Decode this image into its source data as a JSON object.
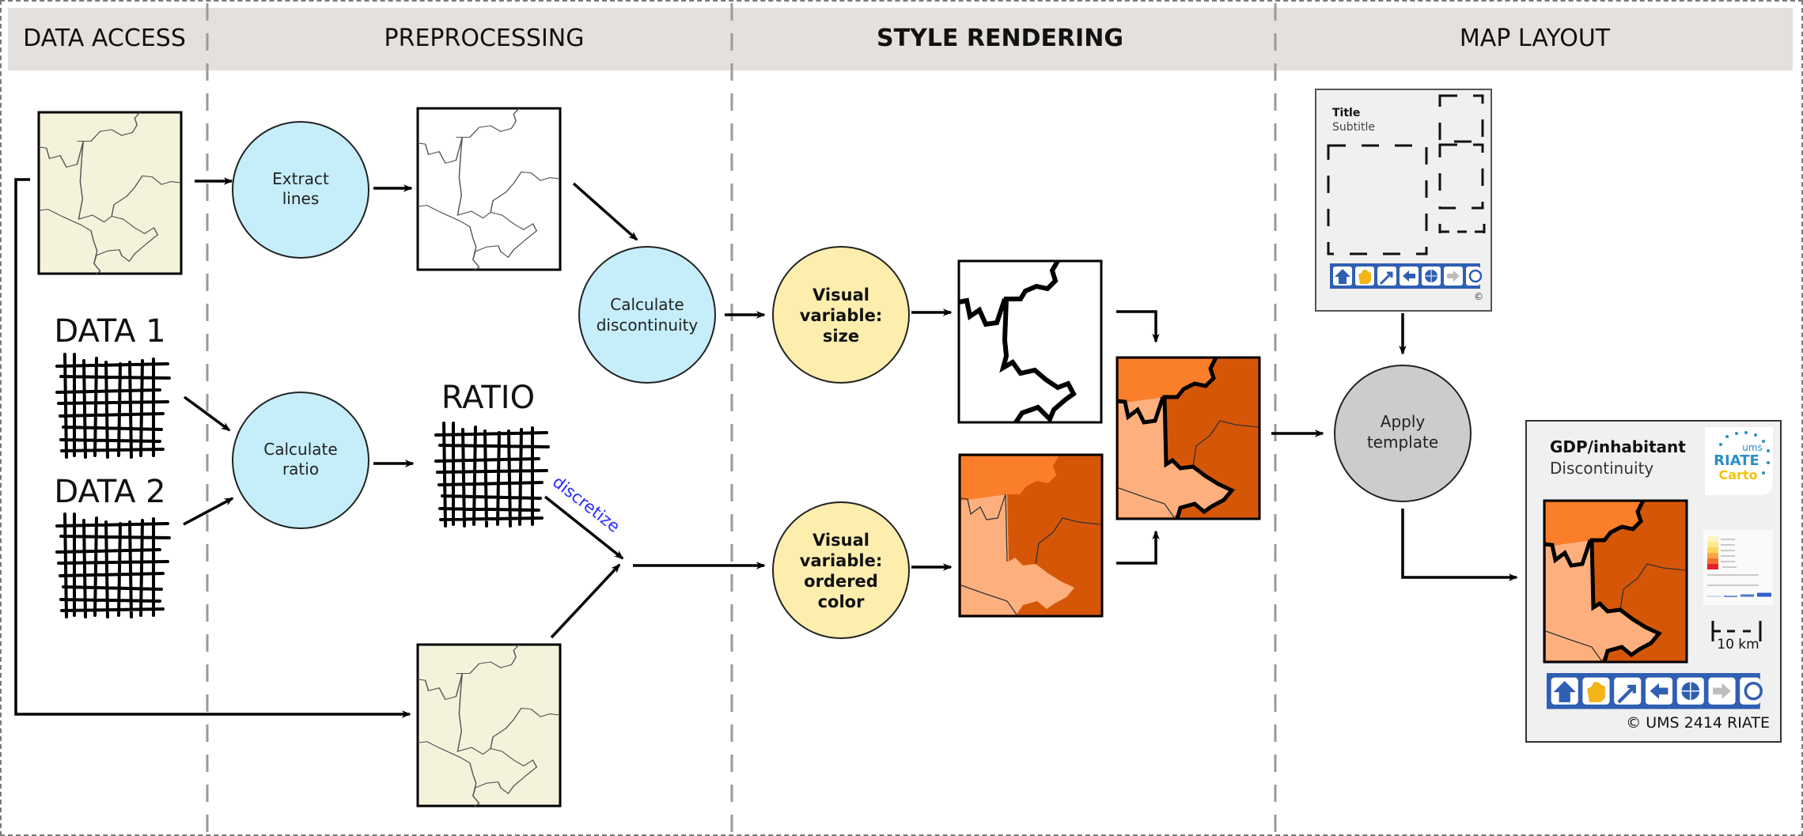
{
  "header": {
    "stages": [
      {
        "label": "DATA ACCESS"
      },
      {
        "label": "PREPROCESSING"
      },
      {
        "label": "STYLE RENDERING",
        "bold": true
      },
      {
        "label": "MAP LAYOUT"
      }
    ]
  },
  "nodes": {
    "extract_lines": [
      "Extract",
      "lines"
    ],
    "calc_discontinuity": [
      "Calculate",
      "discontinuity"
    ],
    "calc_ratio": [
      "Calculate",
      "ratio"
    ],
    "visual_size": [
      "Visual",
      "variable:",
      "size"
    ],
    "visual_color": [
      "Visual",
      "variable:",
      "ordered",
      "color"
    ],
    "apply_template": [
      "Apply",
      "template"
    ]
  },
  "data_labels": {
    "data1": "DATA 1",
    "data2": "DATA 2",
    "ratio": "RATIO",
    "discretize": "discretize"
  },
  "template": {
    "title": "Title",
    "subtitle": "Subtitle",
    "copyright": "©"
  },
  "final_map": {
    "title": "GDP/inhabitant",
    "subtitle": "Discontinuity",
    "scale": "10 km",
    "copyright": "© UMS 2414 RIATE",
    "logo": {
      "top": "ums",
      "middle": "RIATE",
      "bottom": "Carto"
    }
  },
  "toolbar_icons": [
    "home-icon",
    "pan-hand-icon",
    "zoom-icon",
    "back-arrow-icon",
    "globe-icon",
    "forward-arrow-icon",
    "zoom-in-icon"
  ],
  "colors": {
    "header_bg": "#e4e0dd",
    "preprocess_node": "#c6eefa",
    "visual_node": "#fdeeae",
    "template_node": "#cccccc",
    "map_beige": "#f5f2dc",
    "orange_light": "#fdb07d",
    "orange_mid": "#fb7f2a",
    "orange_dark": "#d65608",
    "discretize": "#2b2bff",
    "toolbar_blue": "#2f5fb3"
  }
}
